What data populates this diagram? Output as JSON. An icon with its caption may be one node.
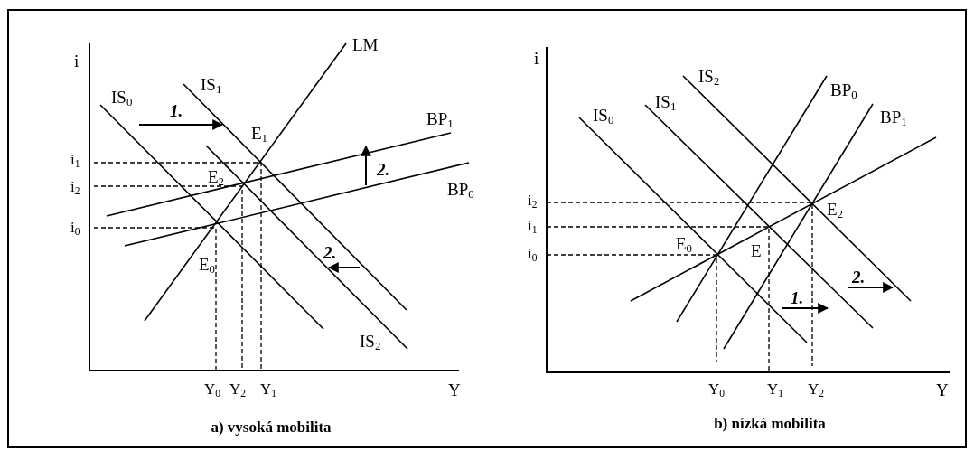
{
  "diagram": {
    "labels": [
      "i",
      "LM",
      "IS$_{1}$",
      "IS$_{0}$",
      "1.",
      "E$_{1}$",
      "BP$_{1}$",
      "i$_{1}$",
      "E$_{2}$",
      "2.",
      "i$_{2}$",
      "BP$_{0}$",
      "i$_{0}$",
      "2.",
      "E$_{0}$",
      "IS$_{2}$",
      "Y$_{0}$",
      "Y$_{2}$",
      "Y$_{1}$",
      "Y",
      "a) vysoká mobilita",
      "i",
      "IS$_{2}$",
      "BP$_{0}$",
      "IS$_{1}$",
      "IS$_{0}$",
      "BP$_{1}$",
      "i$_{2}$",
      "E$_{2}$",
      "i$_{1}$",
      "i$_{0}$",
      "E$_{0}$",
      "E",
      "2.",
      "1.",
      "Y$_{0}$",
      "Y$_{1}$",
      "Y$_{2}$",
      "Y",
      "b) nízká mobilita"
    ]
  }
}
